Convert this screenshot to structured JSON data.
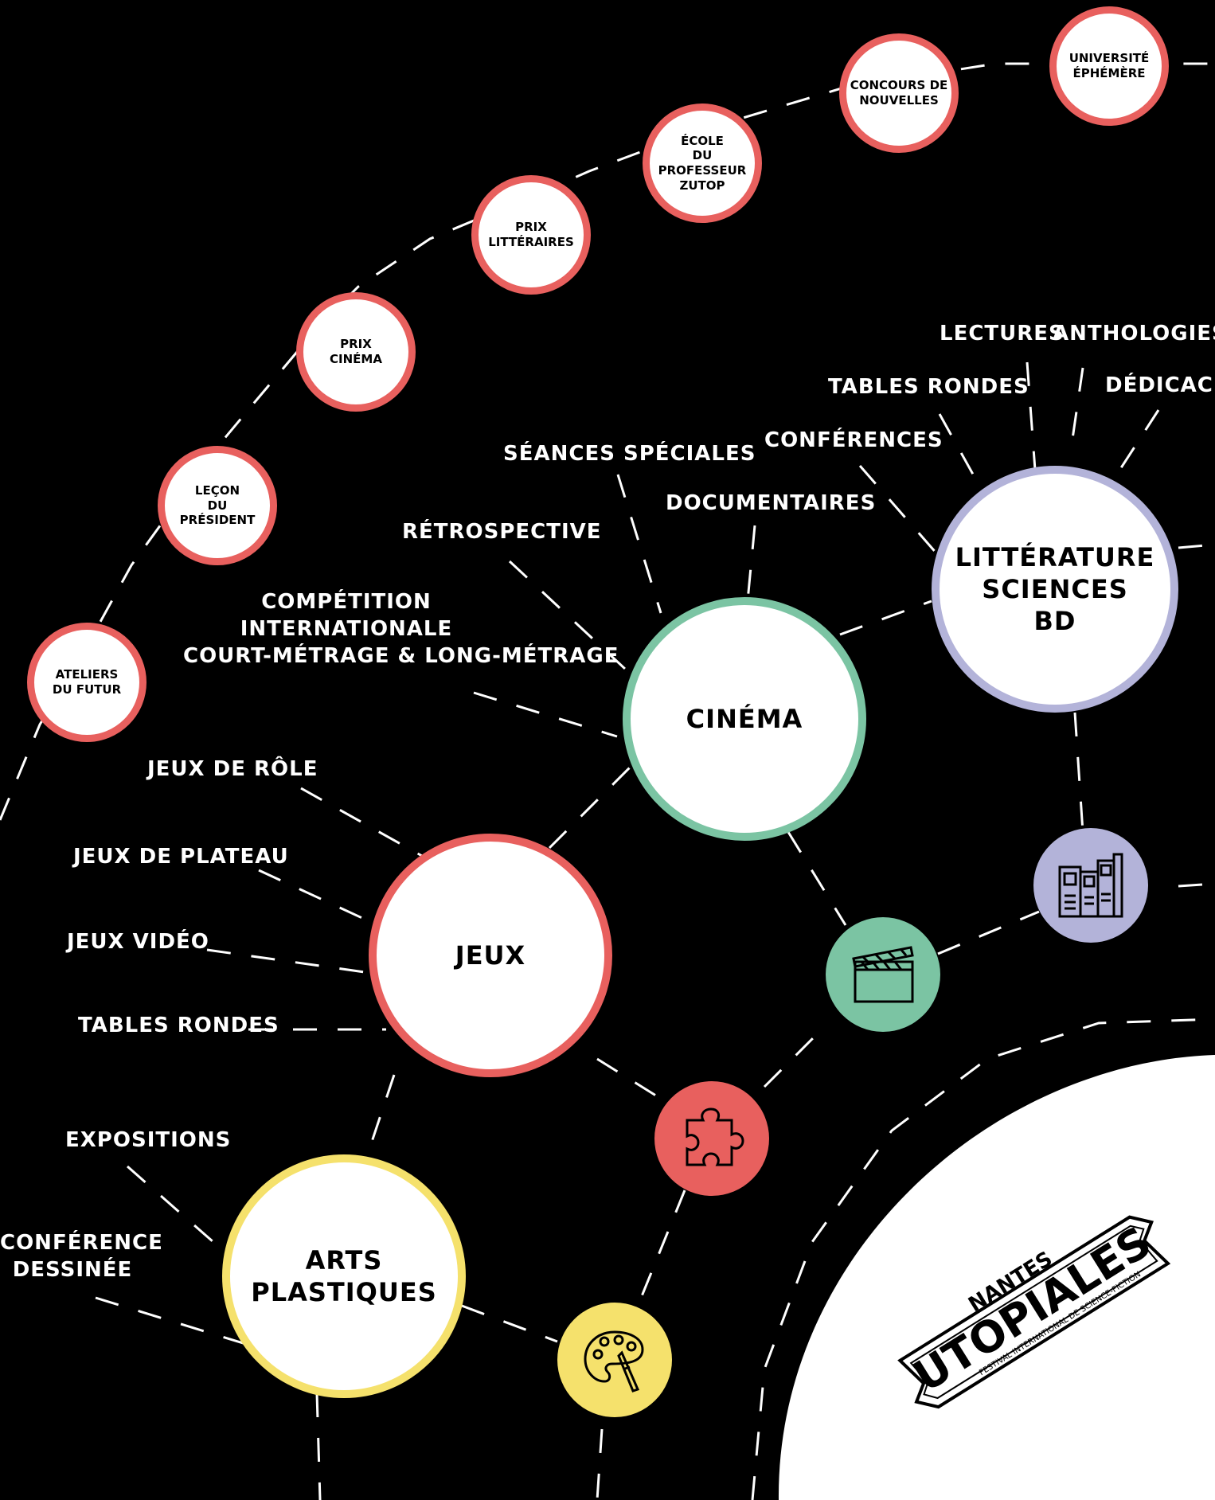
{
  "colors": {
    "red": "#e8605e",
    "green": "#7bc4a3",
    "lavender": "#b3b3d9",
    "yellow": "#f5e16c",
    "background": "#000000"
  },
  "timeline": [
    {
      "id": "ateliers",
      "lines": [
        "ATELIERS",
        "DU FUTUR"
      ]
    },
    {
      "id": "lecon",
      "lines": [
        "LEÇON",
        "DU",
        "PRÉSIDENT"
      ]
    },
    {
      "id": "prix-cinema",
      "lines": [
        "PRIX",
        "CINÉMA"
      ]
    },
    {
      "id": "prix-litteraires",
      "lines": [
        "PRIX",
        "LITTÉRAIRES"
      ]
    },
    {
      "id": "ecole",
      "lines": [
        "ÉCOLE",
        "DU",
        "PROFESSEUR",
        "ZUTOP"
      ]
    },
    {
      "id": "concours",
      "lines": [
        "CONCOURS DE",
        "NOUVELLES"
      ]
    },
    {
      "id": "universite",
      "lines": [
        "UNIVERSITÉ",
        "ÉPHÉMÈRE"
      ]
    }
  ],
  "hubs": {
    "litterature": {
      "lines": [
        "LITTÉRATURE",
        "SCIENCES",
        "BD"
      ]
    },
    "cinema": {
      "lines": [
        "CINÉMA"
      ]
    },
    "jeux": {
      "lines": [
        "JEUX"
      ]
    },
    "arts": {
      "lines": [
        "ARTS",
        "PLASTIQUES"
      ]
    }
  },
  "labels": {
    "lectures": "LECTURES",
    "anthologies": "ANTHOLOGIES",
    "tables_rondes_lit": "TABLES RONDES",
    "dedicaces": "DÉDICACES",
    "conferences": "CONFÉRENCES",
    "seances": "SÉANCES SPÉCIALES",
    "documentaires": "DOCUMENTAIRES",
    "retrospective": "RÉTROSPECTIVE",
    "competition": [
      "COMPÉTITION",
      "INTERNATIONALE",
      "COURT-MÉTRAGE & LONG-MÉTRAGE"
    ],
    "jeux_role": "JEUX DE RÔLE",
    "jeux_plateau": "JEUX DE PLATEAU",
    "jeux_video": "JEUX VIDÉO",
    "tables_rondes_jeux": "TABLES RONDES",
    "expositions": "EXPOSITIONS",
    "conference_dessinee": [
      "CONFÉRENCE",
      "DESSINÉE"
    ]
  },
  "icons": {
    "books": "books-icon",
    "clapper": "clapperboard-icon",
    "puzzle": "puzzle-icon",
    "palette": "palette-icon"
  },
  "logo": {
    "city": "NANTES",
    "name": "UTOPIALES",
    "tagline": "FESTIVAL INTERNATIONAL DE SCIENCE-FICTION"
  }
}
